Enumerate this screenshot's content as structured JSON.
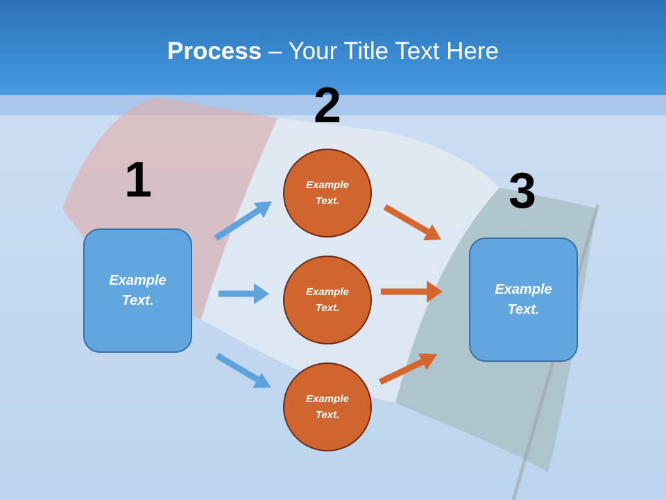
{
  "title": {
    "bold": "Process",
    "rest": " – Your Title Text Here"
  },
  "steps": {
    "one": "1",
    "two": "2",
    "three": "3"
  },
  "left_box": {
    "text": "Example\nText."
  },
  "right_box": {
    "text": "Example\nText."
  },
  "circles": [
    {
      "text": "Example\nText."
    },
    {
      "text": "Example\nText."
    },
    {
      "text": "Example\nText."
    }
  ],
  "colors": {
    "header_blue": "#3d8fd6",
    "box_blue": "#62a6e0",
    "circle_orange": "#d06530",
    "arrow_blue": "#5ea3de",
    "arrow_orange": "#d4662e"
  }
}
